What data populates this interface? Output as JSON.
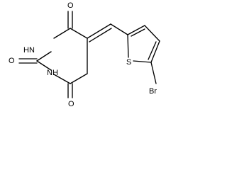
{
  "molecule": {
    "atoms": {
      "o_top": "O",
      "nh_left": "HN",
      "o_left": "O",
      "nh_bottom": "NH",
      "o_bottom": "O",
      "s": "S",
      "br": "Br"
    }
  }
}
